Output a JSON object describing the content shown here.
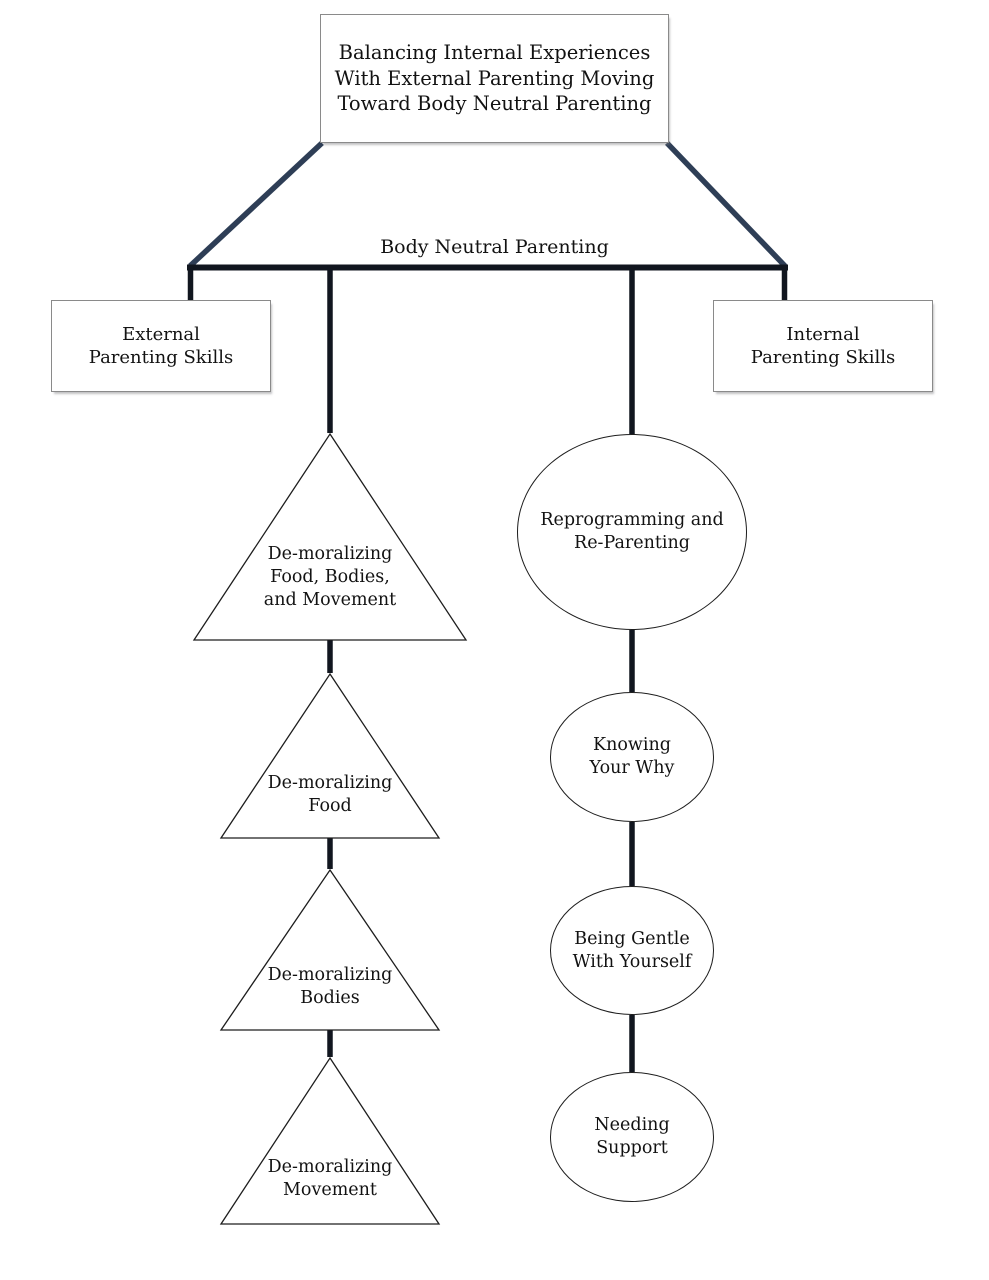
{
  "diagram": {
    "title_node": {
      "label": "Balancing Internal Experiences\nWith External Parenting Moving\nToward Body Neutral Parenting"
    },
    "center_label": "Body Neutral Parenting",
    "side_nodes": {
      "left": "External\nParenting Skills",
      "right": "Internal\nParenting Skills"
    },
    "triangles": [
      {
        "label": "De-moralizing\nFood, Bodies,\nand Movement"
      },
      {
        "label": "De-moralizing\nFood"
      },
      {
        "label": "De-moralizing\nBodies"
      },
      {
        "label": "De-moralizing\nMovement"
      }
    ],
    "circles": [
      {
        "label": "Reprogramming and\nRe-Parenting"
      },
      {
        "label": "Knowing\nYour Why"
      },
      {
        "label": "Being Gentle\nWith Yourself"
      },
      {
        "label": "Needing\nSupport"
      }
    ],
    "colors": {
      "diagonal_connector": "#2e3e56",
      "main_bar": "#11161f",
      "stem": "#11161f",
      "shape_outline": "#1d1d1d",
      "box_border": "#8a8a8a",
      "text": "#121212",
      "background": "#ffffff"
    }
  }
}
